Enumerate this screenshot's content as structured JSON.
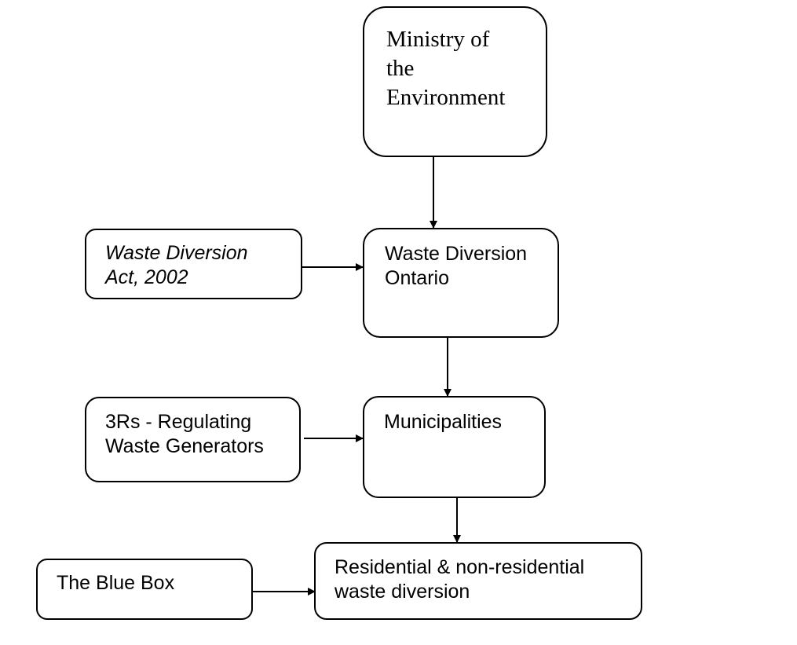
{
  "nodes": {
    "ministry": {
      "lines": [
        "Ministry of",
        "the",
        "Environment"
      ]
    },
    "act": {
      "lines": [
        "Waste Diversion",
        "Act, 2002"
      ]
    },
    "wdo": {
      "lines": [
        "Waste Diversion",
        "Ontario"
      ]
    },
    "threers": {
      "lines": [
        "3Rs - Regulating",
        "Waste Generators"
      ]
    },
    "municipalities": {
      "lines": [
        "Municipalities"
      ]
    },
    "bluebox": {
      "lines": [
        "The Blue Box"
      ]
    },
    "residential": {
      "lines": [
        "Residential & non-residential",
        "waste diversion"
      ]
    }
  }
}
